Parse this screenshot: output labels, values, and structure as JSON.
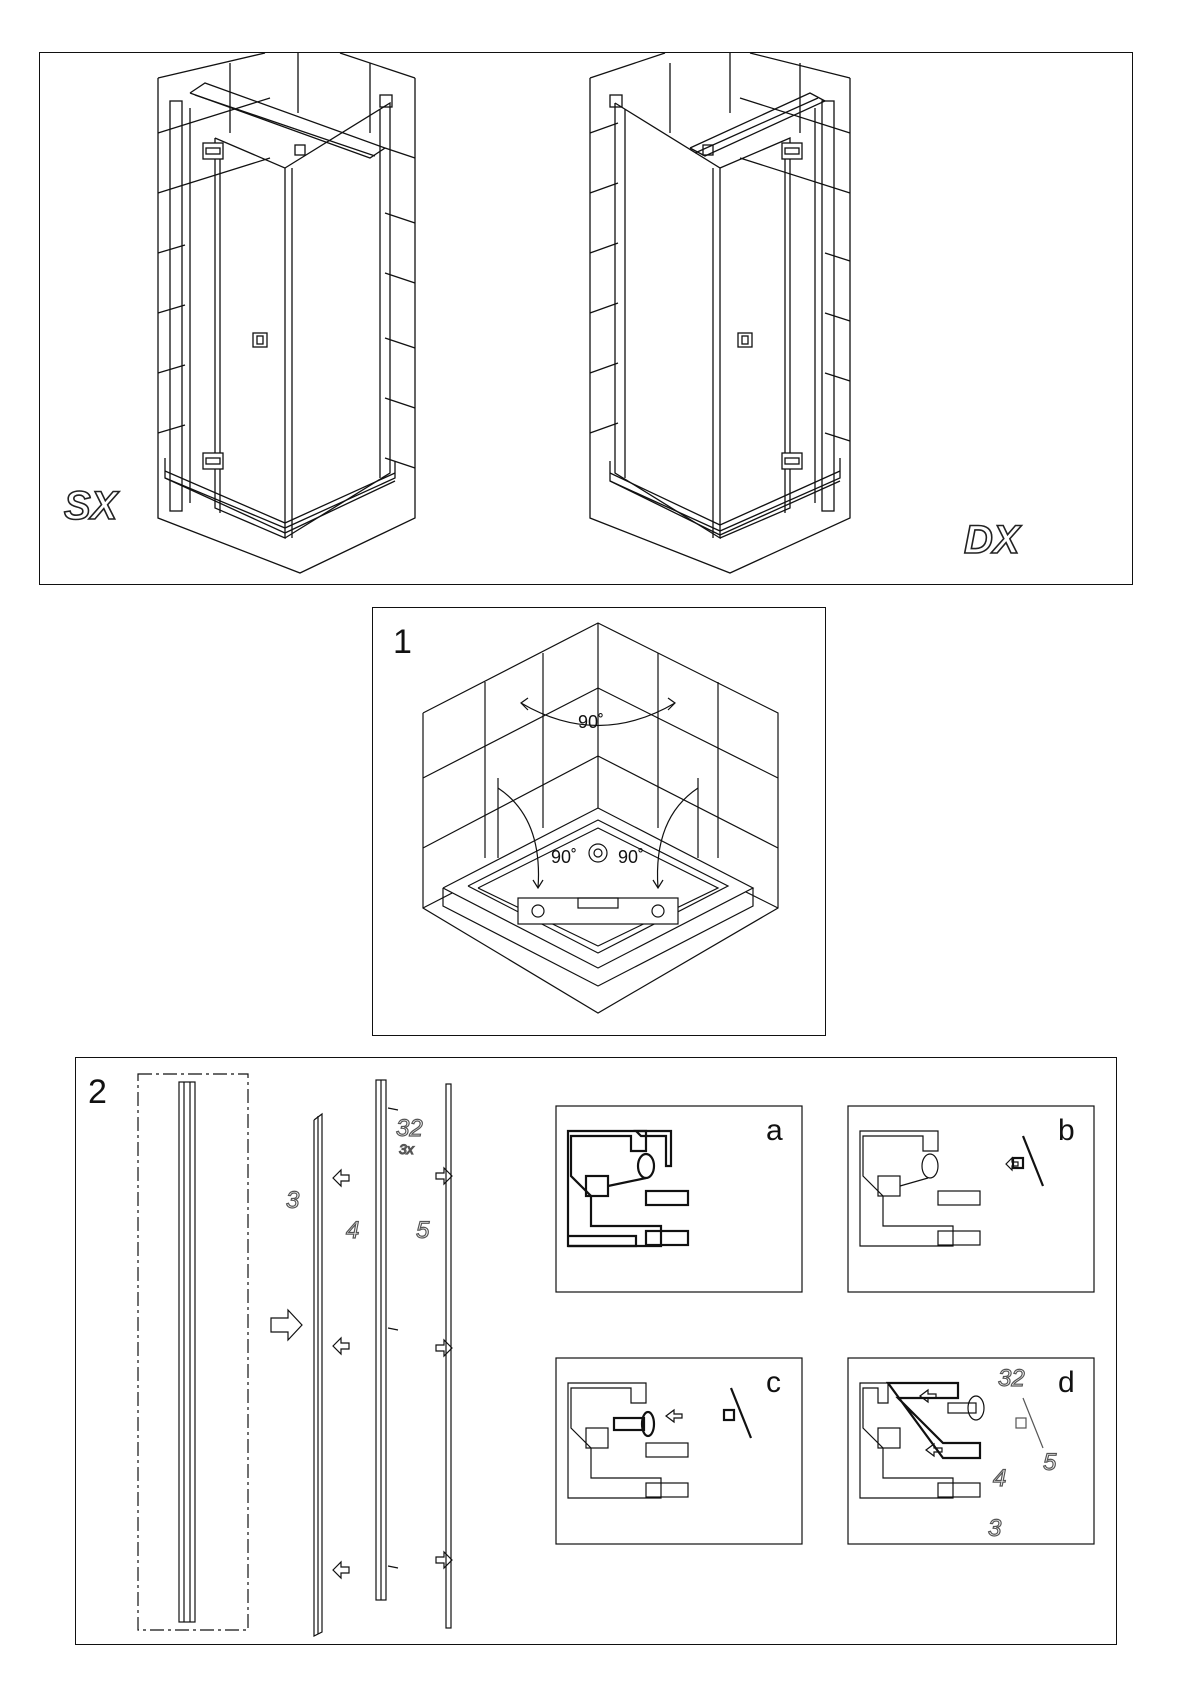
{
  "overview": {
    "left_variant": "SX",
    "right_variant": "DX"
  },
  "step1": {
    "number": "1",
    "angle_top": "90˚",
    "angle_left": "90˚",
    "angle_right": "90˚"
  },
  "step2": {
    "number": "2",
    "parts": {
      "p3": "3",
      "p4": "4",
      "p5": "5",
      "screw_ref": "32",
      "screw_qty": "3x"
    },
    "details": {
      "a": "a",
      "b": "b",
      "c": "c",
      "d": "d",
      "d_screw": "32",
      "d_p4": "4",
      "d_p5": "5",
      "d_p3": "3"
    }
  }
}
